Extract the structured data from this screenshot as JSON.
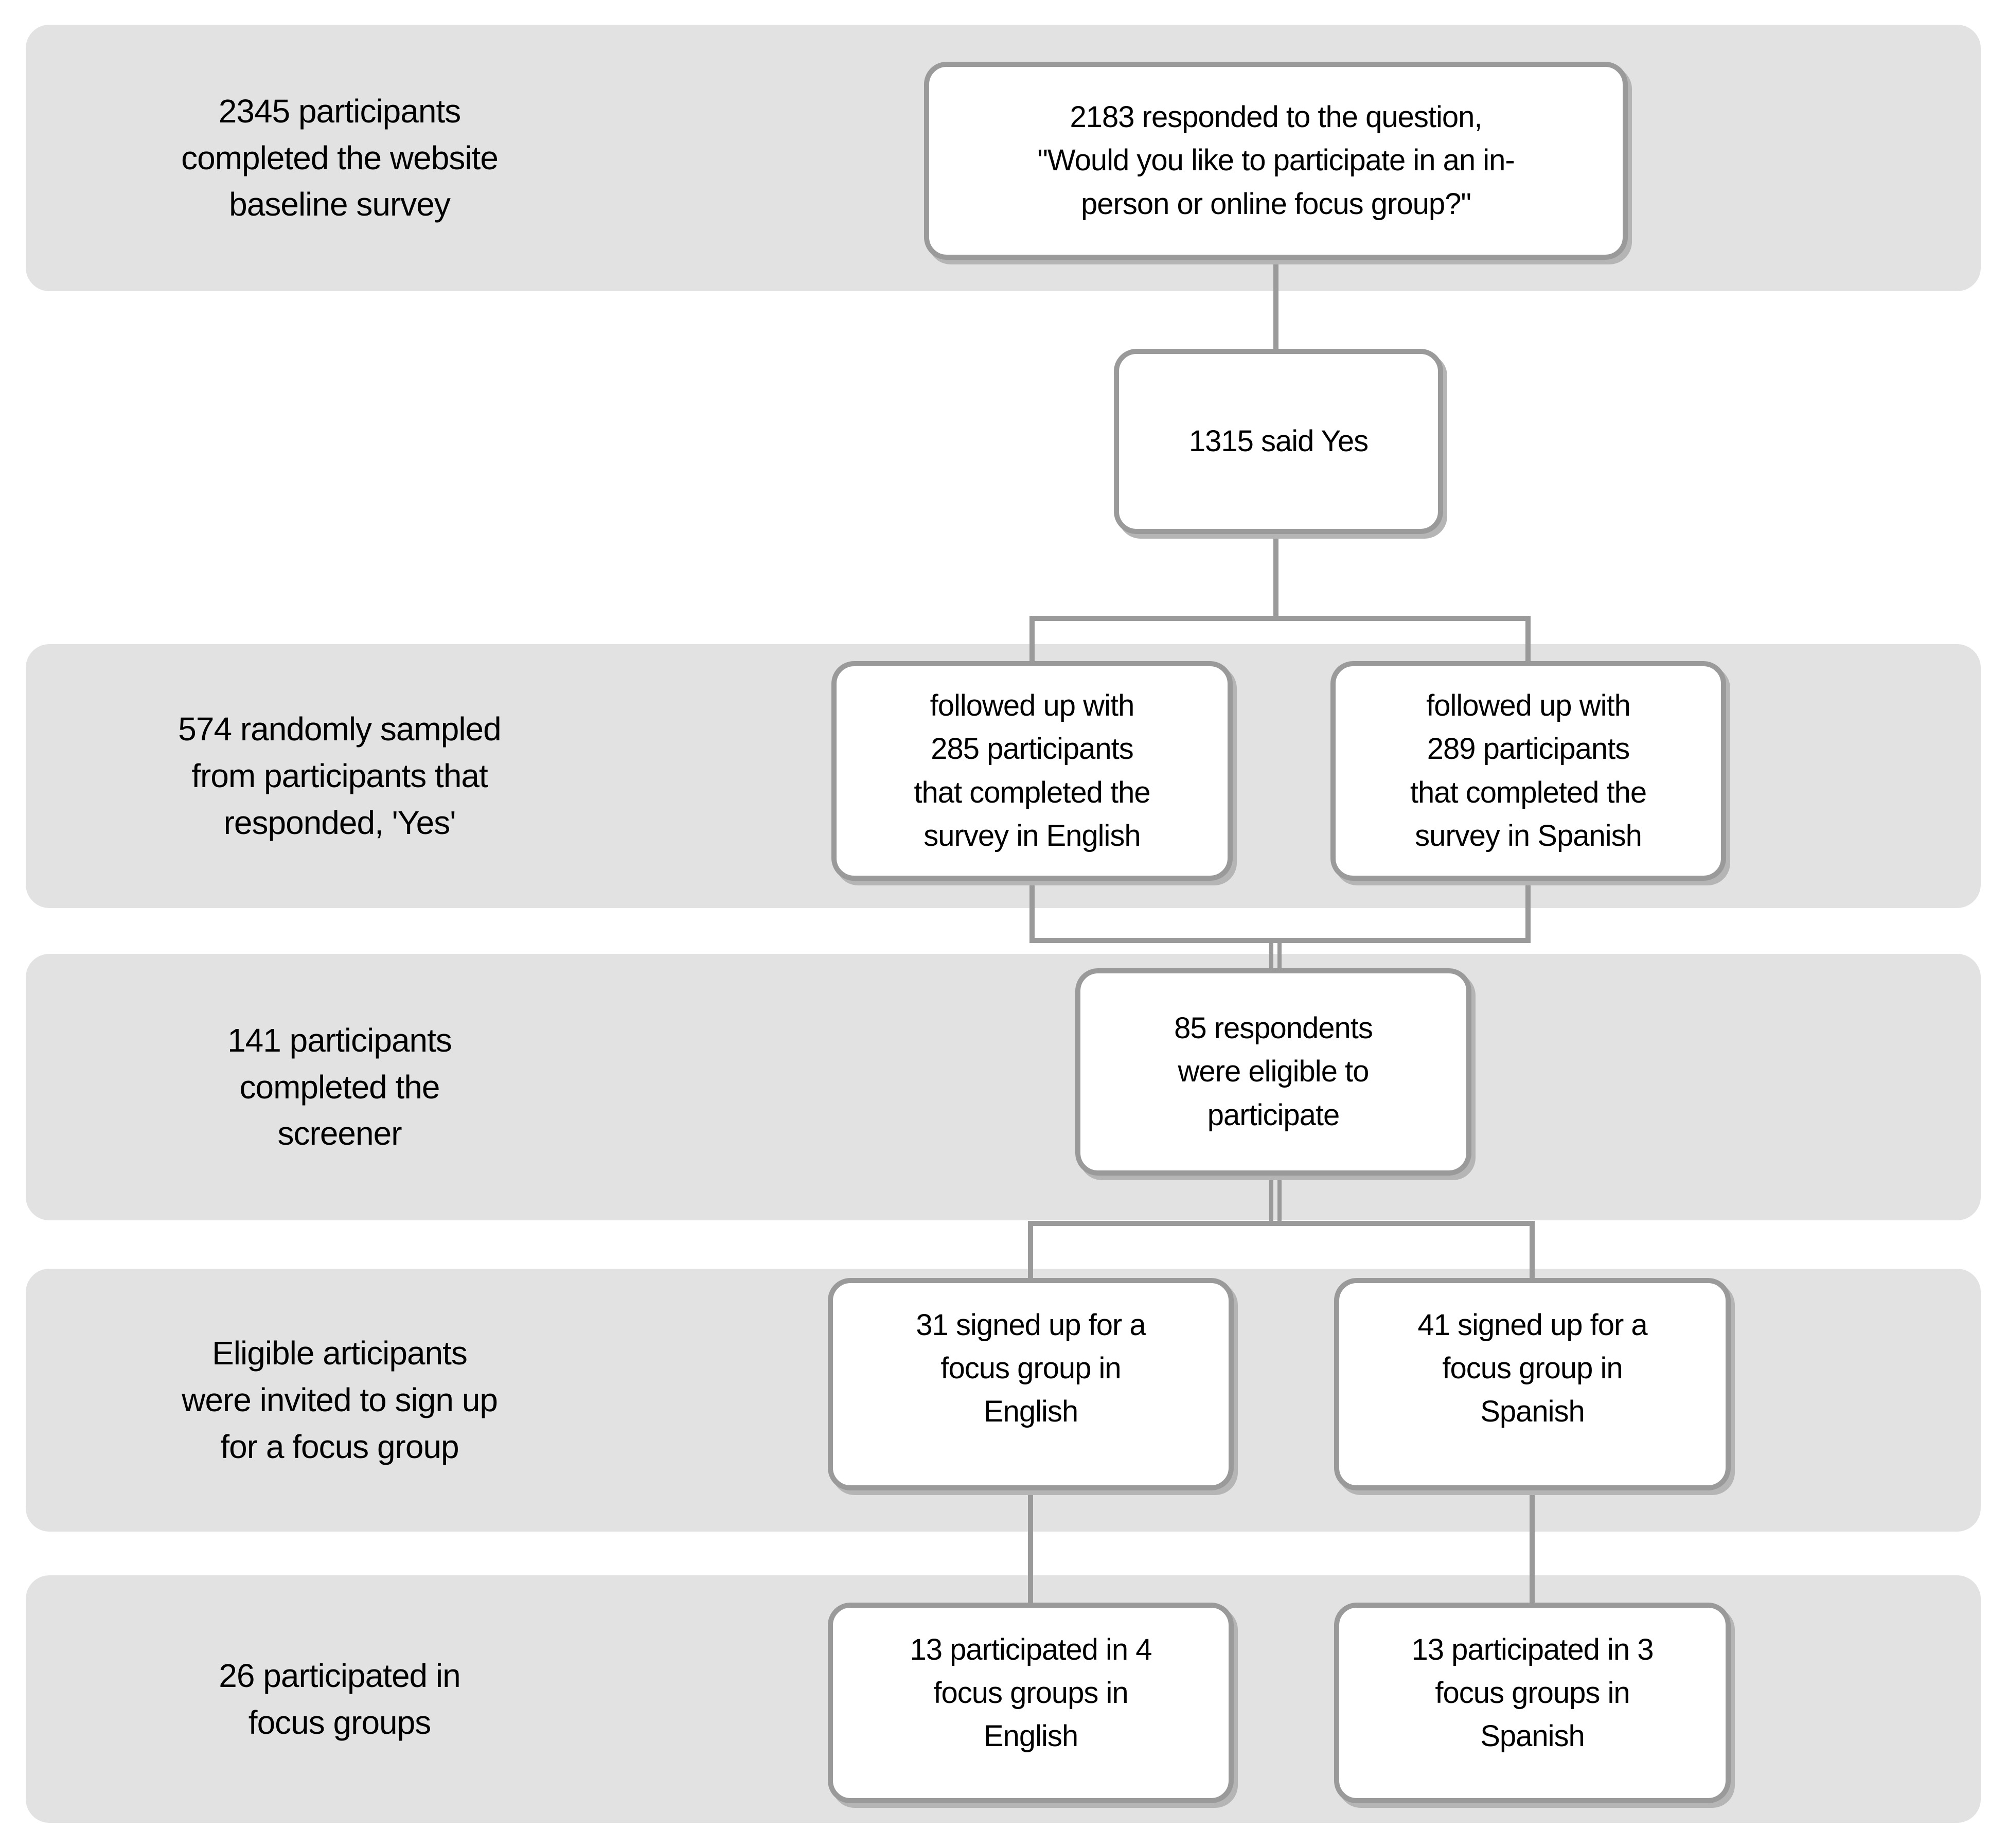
{
  "diagram": {
    "bands": [
      {
        "label": "2345 participants\ncompleted the website\nbaseline survey"
      },
      {
        "label": "574 randomly sampled\nfrom participants that\nresponded, 'Yes'"
      },
      {
        "label": "141 participants\ncompleted the\nscreener"
      },
      {
        "label": "Eligible articipants\nwere invited to sign up\nfor a focus group"
      },
      {
        "label": "26 participated in\nfocus groups"
      }
    ],
    "boxes": [
      {
        "text": "2183 responded to the question,\n\"Would you like to participate in an in-\nperson or online focus group?\""
      },
      {
        "text": "1315 said Yes"
      },
      {
        "text": "followed up with\n285 participants\nthat completed the\nsurvey in English"
      },
      {
        "text": "followed up with\n289 participants\nthat completed the\nsurvey in Spanish"
      },
      {
        "text": "85 respondents\nwere eligible to\nparticipate"
      },
      {
        "text": "31 signed up for a\nfocus group in\nEnglish"
      },
      {
        "text": "41 signed up for a\nfocus group in\nSpanish"
      },
      {
        "text": "13 participated in 4\nfocus groups in\nEnglish"
      },
      {
        "text": "13 participated in 3\nfocus groups in\nSpanish"
      }
    ]
  },
  "colors": {
    "band_fill": "#e2e2e2",
    "box_fill": "#ffffff",
    "box_border": "#9a9a9a",
    "connector": "#9a9a9a",
    "box_shadow": "#b5b5b5",
    "text": "#000000"
  }
}
